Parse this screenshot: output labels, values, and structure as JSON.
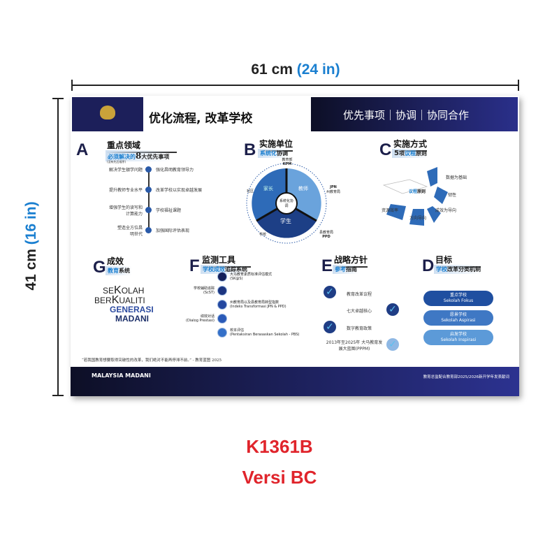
{
  "dimensions": {
    "width_cm": "61 cm",
    "width_in": "(24 in)",
    "height_cm": "41 cm",
    "height_in": "(16 in)"
  },
  "header": {
    "title": "优化流程, 改革学校",
    "tagline": "优先事项｜协调｜协同合作"
  },
  "section_a": {
    "letter": "A",
    "title": "重点领域",
    "sub_hl": "必须解决的",
    "sub_num": "8",
    "sub_rest": "大优先事项",
    "note": "(没有先后顺序)",
    "left": [
      "解决学生辍学问题",
      "提升教师专业水平",
      "增强学生的读写和计算能力",
      "塑造全方位昌明世代"
    ],
    "right": [
      "强化昌明教育领导力",
      "改革学校以实现卓越发展",
      "学校福祉课题",
      "加强国际评估表现"
    ]
  },
  "section_b": {
    "letter": "B",
    "title": "实施单位",
    "sub_hl": "系统化",
    "sub_rest": "协调",
    "center": "系统化协调",
    "segments": [
      "家长",
      "教师",
      "学生"
    ],
    "nodes": {
      "kpm_cn": "教育部",
      "kpm": "KPM",
      "jpn": "JPN",
      "jpn_cn": "州教育局",
      "ppd_cn": "县教育局",
      "ppd": "PPD",
      "school": "学校",
      "community": "社区"
    }
  },
  "section_c": {
    "letter": "C",
    "title": "实施方式",
    "sub_num": "5",
    "sub_a": "项",
    "sub_hl": "议程",
    "sub_b": "原则",
    "center_hl": "议程",
    "center_rest": "原则",
    "items": [
      "数据为基础",
      "韧性",
      "成效为导向",
      "方向导向",
      "资源效率"
    ]
  },
  "section_g": {
    "letter": "G",
    "title": "成效",
    "sub_hl": "教育",
    "sub_rest": "系统",
    "logo": "SEKOLAH BERKUALITI GENERASI MADANI"
  },
  "section_f": {
    "letter": "F",
    "title": "监测工具",
    "sub_hl": "学校成效",
    "sub_rest": "追踪系统",
    "items": [
      {
        "cn": "大马教育素质标准评估模式",
        "en": "(SK@S)"
      },
      {
        "cn": "学校辅助追踪",
        "en": "(ScST)"
      },
      {
        "cn": "州教育局以及县教育局转型指数",
        "en": "(Indeks Transformasi JPN & PPD)"
      },
      {
        "cn": "绩效对话",
        "en": "(Dialog Prestasi)"
      },
      {
        "cn": "校本评估",
        "en": "(Pentaksiran Berasaskan Sekolah - PBS)"
      }
    ]
  },
  "section_e": {
    "letter": "E",
    "title": "战略方针",
    "sub_hl": "参考",
    "sub_rest": "指南",
    "items": [
      "教育改革议程",
      "七大卓越核心",
      "数字教育政策",
      "2013年至2025年 大马教育发展大蓝图(PPPM)"
    ]
  },
  "section_d": {
    "letter": "D",
    "title": "目标",
    "sub_hl": "学校",
    "sub_rest": "改革分类机制",
    "items": [
      {
        "cn": "重点学校",
        "ms": "Sekolah Fokus",
        "color": "#1f4fa0"
      },
      {
        "cn": "愿景学校",
        "ms": "Sekolah Aspirasi",
        "color": "#3f78c4"
      },
      {
        "cn": "启发学校",
        "ms": "Sekolah Inspirasi",
        "color": "#5c9ad8"
      }
    ]
  },
  "quote": "“若我国教育想要取得突破性的改革，我们绝对不能再停滞不前。” - 教育蓝图 2025",
  "footer": {
    "logo": "MALAYSIA MADANI",
    "text": "教育总监配合教育部2025/2026新开学年发表献词"
  },
  "product": {
    "code": "K1361B",
    "version": "Versi BC"
  }
}
